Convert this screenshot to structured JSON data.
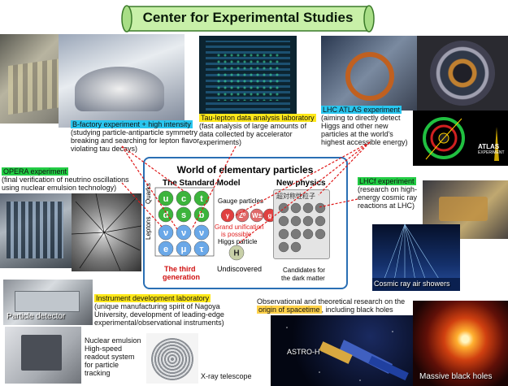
{
  "title": "Center for Experimental Studies",
  "bfactory": {
    "heading": "B-factory experiment + high intensity",
    "body": "(studying particle-antiparticle symmetry breaking and searching for lepton flavor violating tau decays)"
  },
  "tau": {
    "heading": "Tau-lepton data analysis laboratory",
    "body": "(fast analysis of large amounts of data collected by accelerator experiments)"
  },
  "lhc": {
    "heading": "LHC ATLAS experiment",
    "body": "(aiming to directly detect Higgs and other new particles at the world's highest accessible energy)"
  },
  "opera": {
    "heading": "OPERA experiment",
    "body": "(final verification of neutrino oscillations using nuclear emulsion technology)"
  },
  "lhcf": {
    "heading": "LHCf experiment",
    "body": "(research on high-energy cosmic ray reactions at LHC)"
  },
  "instrument": {
    "heading": "Instrument development laboratory",
    "body": "(unique manufacturing spirit of Nagoya University, development of leading-edge experimental/observational instruments)"
  },
  "observational": {
    "pre": "Observational and theoretical research on the ",
    "highlight": "origin of spacetime",
    "post": ", including black holes"
  },
  "world": {
    "title": "World of elementary particles",
    "standard_model": "The Standard Model",
    "new_physics": "New physics",
    "quarks": "Quarks",
    "leptons": "Leptons",
    "gauge": "Gauge particles",
    "grand1": "Grand unification",
    "grand2": "is possible",
    "higgs": "Higgs particle",
    "third1": "The third",
    "third2": "generation",
    "undiscovered": "Undiscovered",
    "candidates1": "Candidates for",
    "candidates2": "the dark matter",
    "super_caption": "超対称性粒子",
    "quark_row1": [
      "u",
      "c",
      "t"
    ],
    "quark_row2": [
      "d",
      "s",
      "b"
    ],
    "lepton_row1": [
      "ν",
      "ν",
      "ν"
    ],
    "lepton_row2": [
      "e",
      "μ",
      "τ"
    ],
    "gauge_balls": [
      "γ",
      "Z⁰",
      "W±",
      "g"
    ],
    "higgs_ball": "H"
  },
  "labels": {
    "particle_detector": "Particle detector",
    "emulsion": "Nuclear emulsion High-speed readout system for particle tracking",
    "xray": "X-ray telescope",
    "cosmic": "Cosmic ray air showers",
    "blackholes": "Massive black holes",
    "astro": "ASTRO-H",
    "atlas_logo": "ATLAS",
    "atlas_sub": "EXPERIMENT"
  },
  "colors": {
    "cyan": "#29c6ef",
    "yellow": "#ffe81a",
    "green": "#22cc44",
    "orange": "#ffd24a",
    "frame": "#2a6fb4"
  }
}
